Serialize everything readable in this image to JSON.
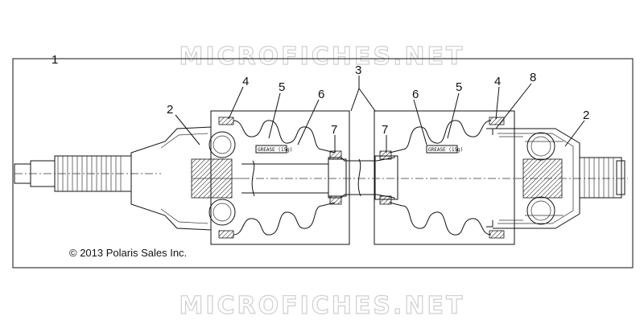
{
  "watermark": {
    "top": "MICROFICHES.NET",
    "bottom": "MICROFICHES.NET"
  },
  "copyright": "© 2013 Polaris Sales Inc.",
  "callouts": {
    "c1": "1",
    "c2_left": "2",
    "c2_right": "2",
    "c3": "3",
    "c4_left": "4",
    "c4_right": "4",
    "c5_left": "5",
    "c5_right": "5",
    "c6_left": "6",
    "c6_right": "6",
    "c7_left": "7",
    "c7_right": "7",
    "c8": "8"
  },
  "grease_labels": {
    "left": "GREASE (15g)",
    "right": "GREASE (15g)"
  }
}
